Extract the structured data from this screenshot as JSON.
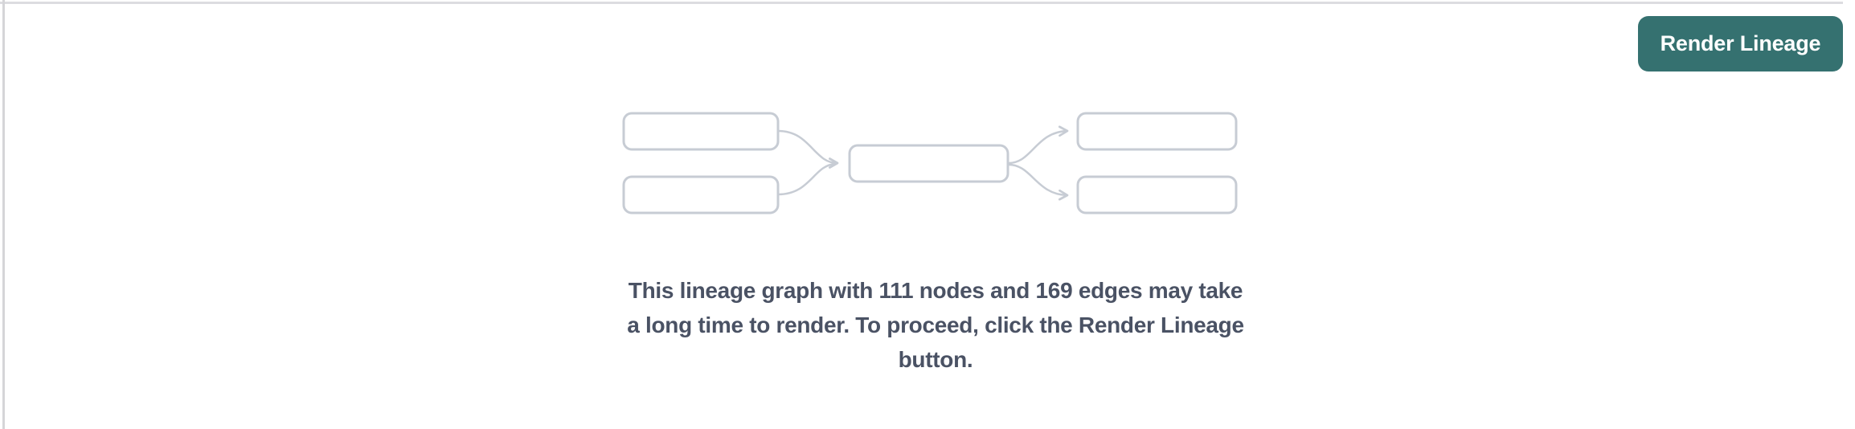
{
  "page": {
    "background_color": "#ffffff",
    "top_border_color": "#dcdce0",
    "left_border_color": "#d5d5d8"
  },
  "toolbar": {
    "render_lineage_label": "Render Lineage",
    "button_bg_color": "#357170",
    "button_text_color": "#ffffff"
  },
  "empty_state": {
    "node_count": "111",
    "edge_count": "169",
    "message_lines": [
      "This lineage graph with 111 nodes and 169 edges may take",
      "a long time to render. To proceed, click the Render Lineage",
      "button."
    ],
    "text_color": "#4a5264",
    "diagram": {
      "box_fill": "#ffffff",
      "box_border_color": "#c7ccd4",
      "edge_color": "#c7ccd4"
    }
  }
}
